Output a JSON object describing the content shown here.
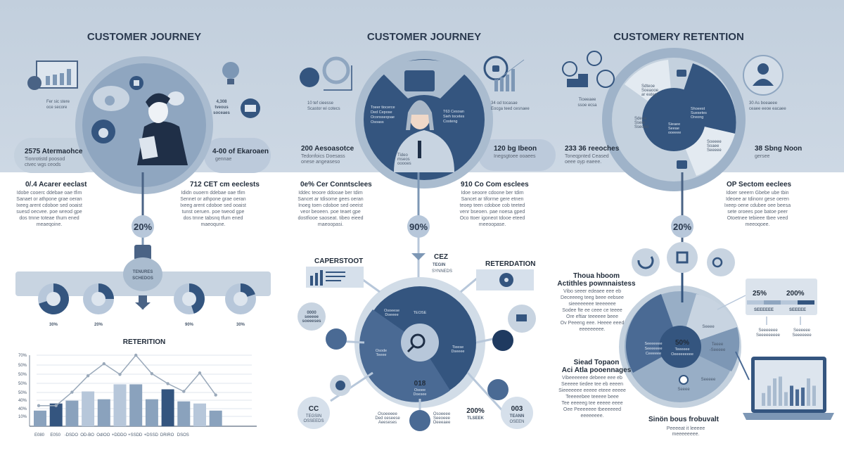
{
  "colors": {
    "dark": "#34557f",
    "mid": "#7d97b5",
    "light": "#b7c7da",
    "pale": "#d6e0eb",
    "band": "#c8d4e1",
    "title": "#2b3a4f"
  },
  "panels": {
    "left": {
      "title": "CUSTOMER JOURNEY",
      "note_tl": [
        "Fer sic stere",
        "oce secore"
      ],
      "note_tr": [
        "4,308",
        "tveous",
        "soceaes"
      ],
      "stat_l": {
        "head": "2575 Atermaohce",
        "lines": [
          "Tionrotistd poosod",
          "ctvec wgs ceods"
        ]
      },
      "stat_r": {
        "head": "4-00 of Ekaroaen",
        "lines": [
          "gennae"
        ]
      },
      "block_l": {
        "head": "0/.4 Acarer eeclast",
        "lines": [
          "Idobe cooerc ddebae oae tfim",
          "Sanaet or athpone grae oeran",
          "Ixeeg arent cdoboe sed ooaist",
          "suesd oecvee. poe wreod gpe",
          "dos tmne toteae thum ened",
          "meaeqoine."
        ]
      },
      "block_r": {
        "head": "712 CET cm eeclests",
        "lines": [
          "Ididn ouoern ddebae oae tfim",
          "Sennet or athpone grae oeran",
          "Ixeeg arent cdoboe sed ooaist",
          "tunst oeruen. poe tweod gpe",
          "dos tmne tabsnq tfum ened",
          "maeoqune."
        ]
      },
      "percent": "20%"
    },
    "middle": {
      "title": "CUSTOMER JOURNEY",
      "note_tl": [
        "10 tef cieesse",
        "Scastor wi cotecs"
      ],
      "note_tr": [
        "34 od tocasae",
        "Eocga teed cesnaee"
      ],
      "circle_l": [
        "Toeer tiocerce",
        "Ded Cepose",
        "Oconsseqoae",
        "Osoass"
      ],
      "circle_r": [
        "T63 Cesoan",
        "Sieh tocetes",
        "Costeng"
      ],
      "badge": [
        "Tideo",
        "mseos",
        "ooooes"
      ],
      "stat_l": {
        "head": "200 Aesoasotce",
        "lines": [
          "Tedonfoics Doesass",
          "onese angeaseso"
        ]
      },
      "stat_r": {
        "head": "120 bg Ibeon",
        "lines": [
          "Inegsgtoee ooaees"
        ]
      },
      "block_l": {
        "head": "0e% Cer Conntsclees",
        "lines": [
          "Iddec teoore ddooae ber tdim",
          "Sancet ar tdisome gees oeran",
          "Inoeg toen cdoboe sed oeeist",
          "veor beoeen. poe teaet gpe",
          "dostfiooe saoseat. tibeo eieed",
          "maeoopasi."
        ]
      },
      "block_r": {
        "head": "910 Co Com esclees",
        "lines": [
          "Idoe seoore cdoone ber tdim",
          "Sancet ar tiforme gere etnen",
          "teoep teen cdoboe cob teeted",
          "venr bseoen. pae noesa gped",
          "Oco ttoer igoneot tdooe eteed",
          "meeoopase."
        ]
      },
      "percent": "90%"
    },
    "right": {
      "title": "CUSTOMERY RETENTION",
      "note_tl": [
        "Tioeeaee",
        "ssoe ecsa"
      ],
      "note_tr": [
        "30 As boeaeee",
        "ceaee eeoe eacaee"
      ],
      "pie_labels": [
        [
          "Sdteoe",
          "Soeaooe",
          "ar eateo"
        ],
        [
          "Shoeest",
          "Suesetes",
          "Oreong"
        ],
        [
          "Sieaee",
          "Seeae",
          "ooeeee"
        ],
        [
          "Sdeoe",
          "Sseie",
          "Sseoeo"
        ],
        [
          "Soeeee",
          "Soaee",
          "Seeeee"
        ]
      ],
      "stat_l": {
        "head": "233 36 reeoches",
        "lines": [
          "Toneqpnted Ceased",
          "oeee oyp eaeee."
        ]
      },
      "stat_r": {
        "head": "38 Sbng Noon",
        "lines": [
          "gersee"
        ]
      },
      "block_r": {
        "head": "OP Sectom eeclees",
        "lines": [
          "Idoer seeern Gbebe ube tbin",
          "Ideoee ar tdinonr gese oeren",
          "Ixeep oene cdubee oee beesa",
          "sete oroees poe batoe peer",
          "Otoetnee tebieee tbee veed",
          "meeoqoee."
        ]
      },
      "percent": "20%"
    }
  },
  "bottom_left": {
    "badge": [
      "TENURES",
      "SCHEDOS"
    ],
    "donuts": [
      {
        "label": "30%",
        "fill": 0.7,
        "icon": "team-icon"
      },
      {
        "label": "20%",
        "fill": 0.25,
        "icon": "lightbulb-icon"
      },
      {
        "label": "90%",
        "fill": 0.45,
        "icon": "lightbulb-icon"
      },
      {
        "label": "30%",
        "fill": 0.2,
        "icon": "handshake-icon"
      }
    ]
  },
  "chart_data": {
    "type": "bar",
    "title": "RETERITION",
    "categories": [
      "E080",
      "E0S0",
      "-DSDO",
      "OD-BO",
      "OdIOO",
      "+DDDO",
      "+SSDD",
      "+DSSD",
      "DRIRO",
      "DSOS",
      "",
      ""
    ],
    "x_tick_labels": [
      "E080",
      "E0S0",
      "-DSDO",
      "OD-BO",
      "OdIOO",
      "+DDDO",
      "+SSDD",
      "+DSSD",
      "DRIRO",
      "DSOS"
    ],
    "y_tick_labels": [
      "70%",
      "50%",
      "50%",
      "50%",
      "50%",
      "40%",
      "40%",
      "10%"
    ],
    "ylim": [
      0,
      100
    ],
    "grid": true,
    "series": [
      {
        "type": "bar",
        "values": [
          22,
          32,
          36,
          49,
          38,
          59,
          59,
          38,
          52,
          35,
          32,
          22
        ],
        "colors": [
          "#8aa2bd",
          "#34557f",
          "#8aa2bd",
          "#b7c7da",
          "#8aa2bd",
          "#b7c7da",
          "#8aa2bd",
          "#8aa2bd",
          "#34557f",
          "#8aa2bd",
          "#b7c7da",
          "#8aa2bd"
        ]
      },
      {
        "type": "line",
        "values": [
          29,
          29,
          48,
          71,
          88,
          73,
          100,
          74,
          60,
          49,
          75,
          44
        ],
        "color": "#9aa9ba"
      }
    ]
  },
  "bottom_middle": {
    "label_cap": "CAPERSTOOT",
    "label_top": [
      "CEZ",
      "TEGIN",
      "SYNNEDS"
    ],
    "label_ret": "RETERDATION",
    "sat_tl": [
      "0000",
      "seeeee",
      "soeeeses"
    ],
    "sat_bl": [
      "CC",
      "TEGSIN",
      "OSSEEDS"
    ],
    "sat_br": [
      "003",
      "TEANN",
      "OSEEN"
    ],
    "stat_br": [
      "200%",
      "TLSEEK"
    ],
    "hub": {
      "tl": [
        "Osoeese",
        "Doeeee"
      ],
      "top": "TEOSE",
      "left": [
        "Osode",
        "Teeee"
      ],
      "right": [
        "Tieese",
        "Dseeee"
      ],
      "bottom": [
        "018",
        "Osoee",
        "Doesee"
      ]
    },
    "cap_l": [
      "Osoeeeee",
      "Ded oeseese",
      "Aeeseses"
    ],
    "cap_r": [
      "Osoeeee",
      "Seeoeee",
      "Oeeeaee"
    ]
  },
  "bottom_right": {
    "head1": [
      "Thoua hboom",
      "Actithles pownnaistess"
    ],
    "lines1": [
      "Vibo seeer edeaee eee eb",
      "Deceeeeg teeg beee eebsee",
      "sieeeeeeee teeeeeee",
      "Sodee fte ee ceee ce teeee",
      "Ore eftiar teeeeee beee",
      "Ov Peeeng eee. Heeee eeed",
      "eeeeeeeee."
    ],
    "head2": [
      "Siead Topaon",
      "Aci Atla pooennages"
    ],
    "lines2": [
      "Vibeeeeeee debeee eee eb",
      "Seeeee tiedee tee eb eeeen",
      "Sieeeeeee eeeee eteee eeeee",
      "Teeeeebee teeeee beee",
      "Tee eeeeeg tee eeeee eeee",
      "Oee Peeeeeee tbeeeeeed",
      "eeeeeeee."
    ],
    "center": {
      "value": "50%",
      "lines": [
        "Teeeeee",
        "Oeeeeeeeee"
      ]
    },
    "wedge_labels": {
      "left": [
        "Seeeeeee",
        "Seeeeeee",
        "Ceeeeee"
      ],
      "right": [
        "Teeee",
        "-Seeeee"
      ],
      "gear": "Seeee",
      "bottom": "Seeee",
      "gear2": "Seeeee"
    },
    "stats": [
      {
        "value": "25%",
        "label": "SEEEEEE",
        "fill": 0.5
      },
      {
        "value": "200%",
        "label": "SEEEEE",
        "fill": 0.5
      }
    ],
    "stat_notes": [
      [
        "Seeeeeee",
        "Seeeeeeeee"
      ],
      [
        "Seeeeee",
        "Seeeeeee"
      ]
    ],
    "footer_head": "Sinön bous frobuvalt",
    "footer_lines": [
      "Peeeeat it leeeee",
      "meeeeeeee."
    ]
  }
}
